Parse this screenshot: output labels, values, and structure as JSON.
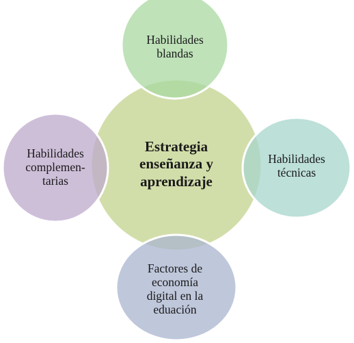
{
  "diagram": {
    "center": {
      "label": "Estrategia\nenseñanza y\naprendizaje"
    },
    "nodes": {
      "top": {
        "label": "Habilidades\nblandas"
      },
      "left": {
        "label": "Habilidades\ncomplemen-\ntarias"
      },
      "right": {
        "label": "Habilidades\ntécnicas"
      },
      "bottom": {
        "label": "Factores de\neconomía\ndigital en la\neduación"
      }
    }
  },
  "colors": {
    "center": "#d2deaa",
    "top": "#a9d8a2",
    "left": "#bda9cc",
    "right": "#a7d5cc",
    "bottom": "#aab4cf",
    "outline": "#ffffff"
  }
}
